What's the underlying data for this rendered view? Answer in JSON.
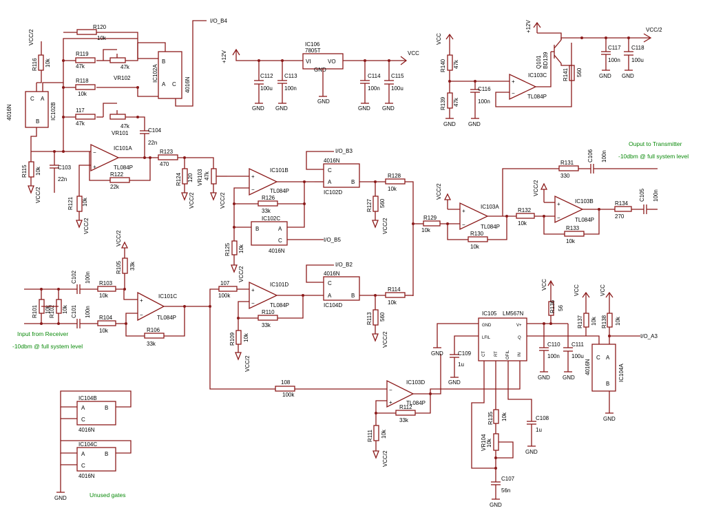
{
  "nets": {
    "io_b4": "I/O_B4",
    "io_b3": "I/O_B3",
    "io_b5": "I/O_B5",
    "io_b2": "I/O_B2",
    "io_a3": "I/O_A3"
  },
  "supplies": {
    "vcc2": "VCC/2",
    "vcc": "VCC",
    "gnd": "GND",
    "p12v": "+12V"
  },
  "notes": {
    "output_title": "Ouput to Transmitter",
    "output_level": "-10dbm @ full system level",
    "input_title": "Input from Receiver",
    "input_level": "-10dbm @ full system level",
    "unused": "Unused gates"
  },
  "ics": {
    "ic102b": "IC102B",
    "ic102a": "IC102A",
    "ic102c": "IC102C",
    "ic102d": "IC102D",
    "ic101a": "IC101A",
    "ic101b": "IC101B",
    "ic101c": "IC101C",
    "ic101d": "IC101D",
    "ic103a": "IC103A",
    "ic103b": "IC103B",
    "ic103c": "IC103C",
    "ic103d": "IC103D",
    "ic104a": "IC104A",
    "ic104b": "IC104B",
    "ic104c": "IC104C",
    "ic104d": "IC104D",
    "ic105": "IC105",
    "ic106": "IC106",
    "lm567": "LM567N",
    "reg": "7805T",
    "p4016": "4016N",
    "tl084": "TL084P",
    "q101": "Q101",
    "bd139": "BD139"
  },
  "pins": {
    "c": "C",
    "a": "A",
    "b": "B",
    "vi": "VI",
    "vo": "VO",
    "gnd": "GND",
    "lfil": "LFIL",
    "q": "Q",
    "vp": "V+",
    "ct": "CT",
    "rt": "RT",
    "ofil": "OFIL",
    "in": "IN"
  },
  "resistors": {
    "r120": "R120",
    "r119": "R119",
    "r118": "R118",
    "r117": "117",
    "r116": "R116",
    "r115": "R115",
    "r121": "R121",
    "r122": "R122",
    "r123": "R123",
    "r124": "R124",
    "r125": "R125",
    "r126": "R126",
    "r127": "R127",
    "r128": "R128",
    "r129": "R129",
    "r130": "R130",
    "r131": "R131",
    "r132": "R132",
    "r133": "R133",
    "r134": "R134",
    "r135": "R135",
    "r136": "R136",
    "r137": "R137",
    "r138": "R138",
    "r139": "R139",
    "r140": "R140",
    "r141": "R141",
    "r101": "R101",
    "r102": "R102",
    "r103": "R103",
    "r104": "R104",
    "r105": "R105",
    "r106": "R106",
    "r107": "107",
    "r108": "108",
    "r109": "R109",
    "r110": "R110",
    "r111": "R111",
    "r112": "R112",
    "r113": "R113",
    "r114": "R114",
    "vr101": "VR101",
    "vr102": "VR102",
    "vr103": "VR103",
    "vr104": "VR104"
  },
  "capacitors": {
    "c101": "C101",
    "c102": "C102",
    "c103": "C103",
    "c104": "C104",
    "c105": "C105",
    "c106": "C106",
    "c107": "C107",
    "c108": "C108",
    "c109": "C109",
    "c110": "C110",
    "c111": "C111",
    "c112": "C112",
    "c113": "C113",
    "c114": "C114",
    "c115": "C115",
    "c116": "C116",
    "c117": "C117",
    "c118": "C118"
  },
  "values": {
    "k10": "10k",
    "k47": "47k",
    "n22": "22n",
    "n100": "100n",
    "u100": "100u",
    "k22": "22k",
    "r470": "470",
    "k120": "120",
    "k33": "33k",
    "r560": "560",
    "r330": "330",
    "r270": "270",
    "k100": "100k",
    "r56": "56",
    "u1": "1u",
    "n56": "56n"
  }
}
